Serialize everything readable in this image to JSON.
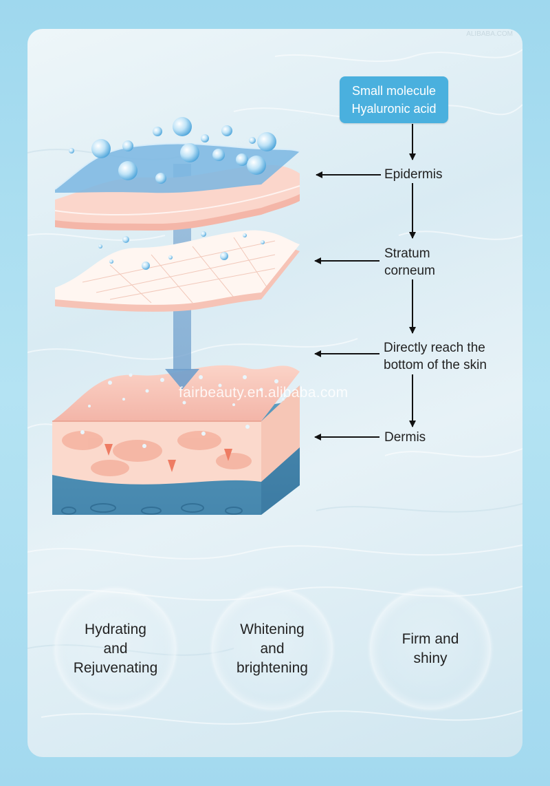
{
  "source_box": {
    "line1": "Small molecule",
    "line2": "Hyaluronic acid"
  },
  "layers": [
    {
      "line1": "Epidermis",
      "line2": ""
    },
    {
      "line1": "Stratum",
      "line2": "corneum"
    },
    {
      "line1": "Directly reach the",
      "line2": "bottom of the skin"
    },
    {
      "line1": "Dermis",
      "line2": ""
    }
  ],
  "benefits": [
    "Hydrating\nand\nRejuvenating",
    "Whitening\nand\nbrightening",
    "Firm and\nshiny"
  ],
  "watermark": "fairbeauty.en.alibaba.com",
  "watermark_top": "ALIBABA.COM",
  "colors": {
    "accent": "#4ab0de",
    "skin_pink": "#f6c3b6",
    "dermis_blue": "#4f91b4",
    "background": "#b4e3f3"
  }
}
